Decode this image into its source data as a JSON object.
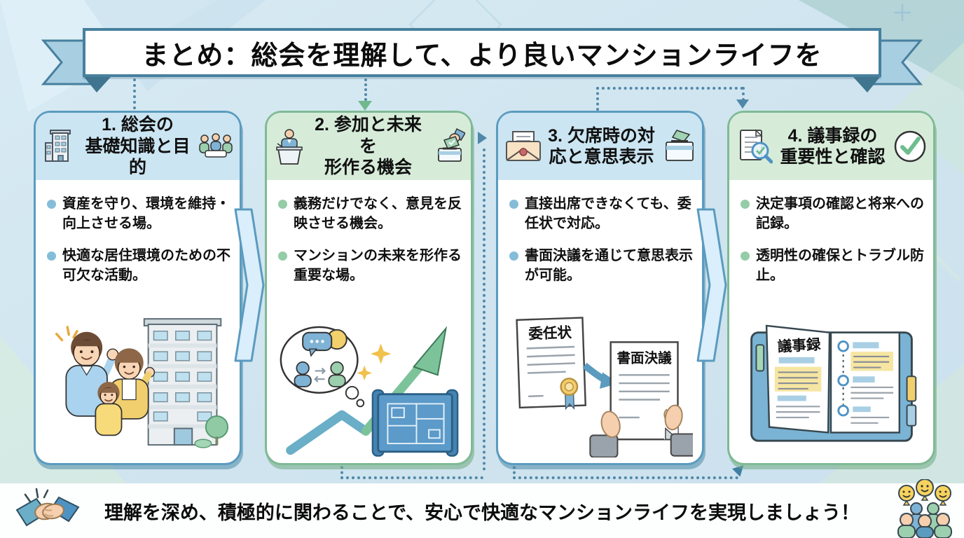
{
  "banner": {
    "title": "まとめ：総会を理解して、より良いマンションライフを"
  },
  "cards": [
    {
      "heading_line1": "1. 総会の",
      "heading_line2": "基礎知識と目的",
      "bullets": [
        "資産を守り、環境を維持・向上させる場。",
        "快適な居住環境のための不可欠な活動。"
      ],
      "left_icon": "building",
      "right_icon": "meeting-people"
    },
    {
      "heading_line1": "2. 参加と未来を",
      "heading_line2": "形作る機会",
      "bullets": [
        "義務だけでなく、意見を反映させる機会。",
        "マンションの未来を形作る重要な場。"
      ],
      "left_icon": "podium-speaker",
      "right_icon": "ballot-hand"
    },
    {
      "heading_line1": "3. 欠席時の対",
      "heading_line2": "応と意思表示",
      "bullets": [
        "直接出席できなくても、委任状で対応。",
        "書面決議を通じて意思表示が可能。"
      ],
      "left_icon": "envelope-letter",
      "right_icon": "ballot-box",
      "labels": {
        "proxy_doc": "委任状",
        "written_resolution_doc": "書面決議"
      }
    },
    {
      "heading_line1": "4. 議事録の",
      "heading_line2": "重要性と確認",
      "bullets": [
        "決定事項の確認と将来への記録。",
        "透明性の確保とトラブル防止。"
      ],
      "left_icon": "document-magnifier",
      "right_icon": "check-circle",
      "labels": {
        "minutes_book": "議事録"
      }
    }
  ],
  "footer": {
    "message": "理解を深め、積極的に関わることで、安心で快適なマンションライフを実現しましょう！"
  },
  "colors": {
    "background": "#cfe4ef",
    "blue_accent": "#5b9bbf",
    "green_accent": "#7fba94",
    "blue_header_bg": "#cbe5f2",
    "green_header_bg": "#d6ecd9",
    "ribbon_border": "#47809e",
    "highlight_yellow": "#f6e6a2"
  }
}
